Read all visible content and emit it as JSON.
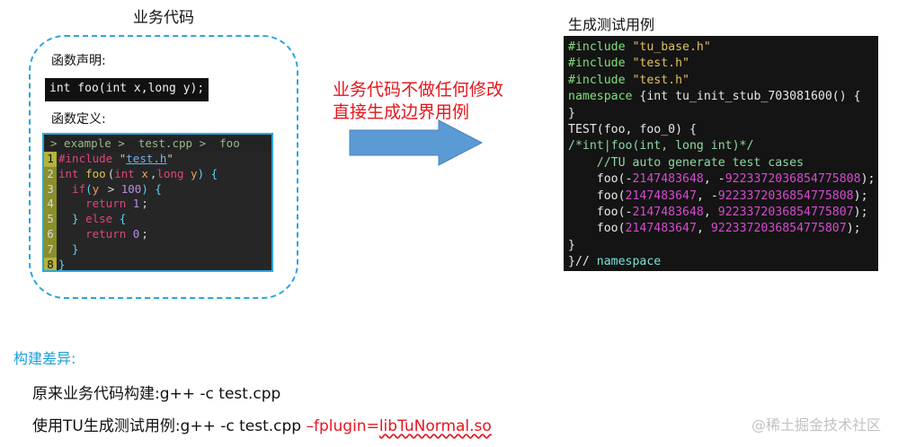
{
  "left_panel": {
    "title": "业务代码",
    "decl_label": "函数声明:",
    "decl_code": "int foo(int x,long y);",
    "def_label": "函数定义:",
    "editor": {
      "breadcrumb": "> example >  test.cpp >  foo",
      "line_numbers": [
        "1",
        "2",
        "3",
        "4",
        "5",
        "6",
        "7",
        "8"
      ],
      "lines": [
        [
          {
            "t": "#include ",
            "c": "k-pink"
          },
          {
            "t": "\"",
            "c": "k-str"
          },
          {
            "t": "test.h",
            "c": "k-lnk"
          },
          {
            "t": "\"",
            "c": "k-str"
          }
        ],
        [
          {
            "t": "int ",
            "c": "k-pink"
          },
          {
            "t": "foo",
            "c": "k-yel"
          },
          {
            "t": "(",
            "c": "src"
          },
          {
            "t": "int ",
            "c": "k-pink"
          },
          {
            "t": "x",
            "c": "k-org"
          },
          {
            "t": ",",
            "c": "src"
          },
          {
            "t": "long ",
            "c": "k-pink"
          },
          {
            "t": "y",
            "c": "k-org"
          },
          {
            "t": ") {",
            "c": "k-cyan"
          }
        ],
        [
          {
            "t": "  if",
            "c": "k-pink"
          },
          {
            "t": "(",
            "c": "k-cyan"
          },
          {
            "t": "y",
            "c": "k-org"
          },
          {
            "t": " > ",
            "c": "src"
          },
          {
            "t": "100",
            "c": "k-purp"
          },
          {
            "t": ") {",
            "c": "k-cyan"
          }
        ],
        [
          {
            "t": "    return ",
            "c": "k-pink"
          },
          {
            "t": "1",
            "c": "k-purp"
          },
          {
            "t": ";",
            "c": "src"
          }
        ],
        [
          {
            "t": "  } ",
            "c": "k-cyan"
          },
          {
            "t": "else ",
            "c": "k-pink"
          },
          {
            "t": "{",
            "c": "k-cyan"
          }
        ],
        [
          {
            "t": "    return ",
            "c": "k-pink"
          },
          {
            "t": "0",
            "c": "k-purp"
          },
          {
            "t": ";",
            "c": "src"
          }
        ],
        [
          {
            "t": "  }",
            "c": "k-cyan"
          }
        ],
        [
          {
            "t": "}",
            "c": "k-cyan"
          }
        ]
      ]
    }
  },
  "middle": {
    "note_line1": "业务代码不做任何修改",
    "note_line2": "直接生成边界用例"
  },
  "right_panel": {
    "title": "生成测试用例",
    "lines": [
      [
        {
          "t": "#include ",
          "c": "g-grn"
        },
        {
          "t": "\"tu_base.h\"",
          "c": "g-str"
        }
      ],
      [
        {
          "t": "#include ",
          "c": "g-grn"
        },
        {
          "t": "\"test.h\"",
          "c": "g-str"
        }
      ],
      [
        {
          "t": "#include ",
          "c": "g-grn"
        },
        {
          "t": "\"test.h\"",
          "c": "g-str"
        }
      ],
      [
        {
          "t": "namespace ",
          "c": "g-grn"
        },
        {
          "t": "{int tu_init_stub_703081600() {",
          "c": ""
        }
      ],
      [
        {
          "t": "}",
          "c": ""
        }
      ],
      [
        {
          "t": "TEST(foo, foo_0) {",
          "c": ""
        }
      ],
      [
        {
          "t": "/*int|foo(int, long int)*/",
          "c": "g-cmt"
        }
      ],
      [
        {
          "t": "    //TU auto generate test cases",
          "c": "g-cmt"
        }
      ],
      [
        {
          "t": "    foo(-",
          "c": ""
        },
        {
          "t": "2147483648",
          "c": "g-mag"
        },
        {
          "t": ", -",
          "c": ""
        },
        {
          "t": "9223372036854775808",
          "c": "g-mag"
        },
        {
          "t": ");",
          "c": ""
        }
      ],
      [
        {
          "t": "    foo(",
          "c": ""
        },
        {
          "t": "2147483647",
          "c": "g-mag"
        },
        {
          "t": ", -",
          "c": ""
        },
        {
          "t": "9223372036854775808",
          "c": "g-mag"
        },
        {
          "t": ");",
          "c": ""
        }
      ],
      [
        {
          "t": "    foo(-",
          "c": ""
        },
        {
          "t": "2147483648",
          "c": "g-mag"
        },
        {
          "t": ", ",
          "c": ""
        },
        {
          "t": "9223372036854775807",
          "c": "g-mag"
        },
        {
          "t": ");",
          "c": ""
        }
      ],
      [
        {
          "t": "    foo(",
          "c": ""
        },
        {
          "t": "2147483647",
          "c": "g-mag"
        },
        {
          "t": ", ",
          "c": ""
        },
        {
          "t": "9223372036854775807",
          "c": "g-mag"
        },
        {
          "t": ");",
          "c": ""
        }
      ],
      [
        {
          "t": "}",
          "c": ""
        }
      ],
      [
        {
          "t": "}// ",
          "c": ""
        },
        {
          "t": "namespace",
          "c": "g-ns"
        }
      ]
    ]
  },
  "build": {
    "title": "构建差异:",
    "line1": "原来业务代码构建:g++ -c test.cpp",
    "line2_prefix": "使用TU生成测试用例:g++ -c test.cpp ",
    "line2_flag": "–fplugin=",
    "line2_lib": "libTuNormal.so"
  },
  "watermark": "@稀土掘金技术社区",
  "colors": {
    "accent_blue": "#2aa6df",
    "arrow_fill": "#5b9bd5",
    "note_red": "#e8141c"
  }
}
